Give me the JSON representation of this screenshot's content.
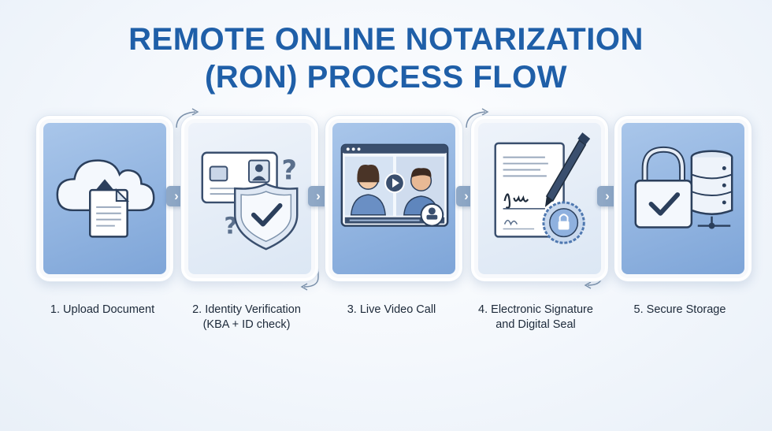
{
  "title": {
    "line1": "REMOTE ONLINE NOTARIZATION",
    "line2": "(RON) PROCESS FLOW"
  },
  "steps": [
    {
      "label": "1. Upload Document",
      "icon": "cloud-upload-document-icon"
    },
    {
      "label_line1": "2. Identity Verification",
      "label_line2": "(KBA + ID check)",
      "icon": "id-card-shield-icon"
    },
    {
      "label": "3. Live Video Call",
      "icon": "video-call-icon"
    },
    {
      "label_line1": "4. Electronic Signature",
      "label_line2": "and Digital Seal",
      "icon": "signed-document-pen-seal-icon"
    },
    {
      "label": "5. Secure Storage",
      "icon": "padlock-server-icon"
    }
  ],
  "connectors": {
    "icon": "chevron-right-icon",
    "glyph": "›"
  },
  "colors": {
    "title": "#1f5fa8",
    "accent": "#4f78b0",
    "panel_dark": "#8fb1df",
    "panel_light": "#e4ecf6",
    "connector": "#8fa8c6"
  }
}
